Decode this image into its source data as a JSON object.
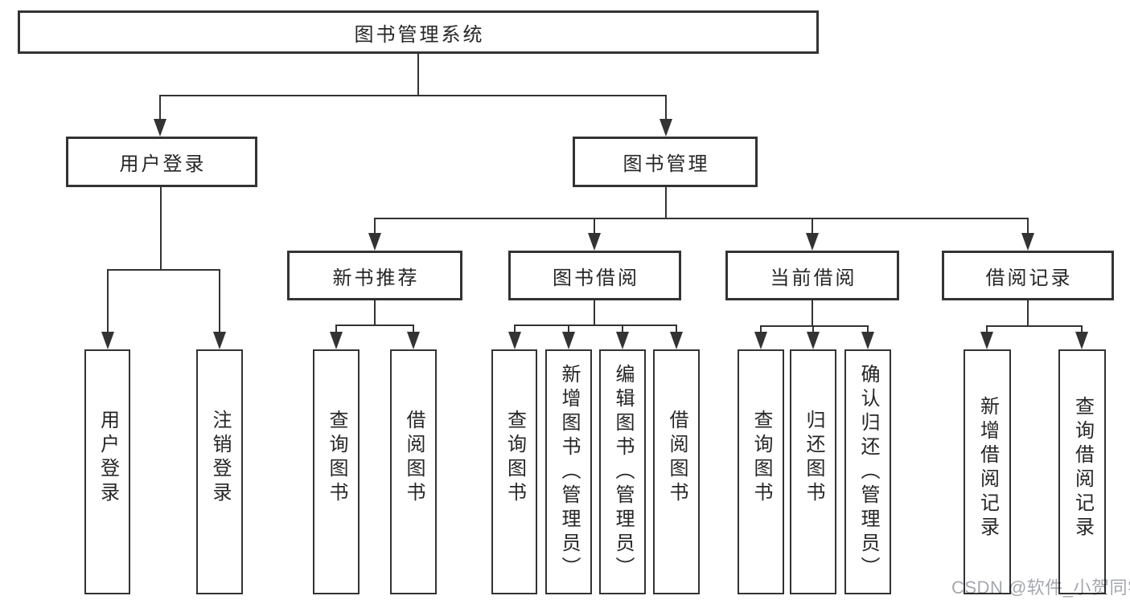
{
  "diagram": {
    "type": "hierarchy-tree",
    "root": {
      "label": "图书管理系统"
    },
    "level2": [
      {
        "label": "用户登录"
      },
      {
        "label": "图书管理"
      }
    ],
    "level3": [
      {
        "label": "新书推荐"
      },
      {
        "label": "图书借阅"
      },
      {
        "label": "当前借阅"
      },
      {
        "label": "借阅记录"
      }
    ],
    "leaves": {
      "user_login": [
        "用户登录",
        "注销登录"
      ],
      "new_book": [
        "查询图书",
        "借阅图书"
      ],
      "book_borrow": [
        "查询图书",
        "新增图书（管理员）",
        "编辑图书（管理员）",
        "借阅图书"
      ],
      "current_borrow": [
        "查询图书",
        "归还图书",
        "确认归还（管理员）"
      ],
      "borrow_record": [
        "新增借阅记录",
        "查询借阅记录"
      ]
    }
  },
  "watermark": {
    "text": "CSDN @软件_小贺同学",
    "color": "#a4a7ad"
  },
  "colors": {
    "line": "#333333",
    "text": "#262626",
    "background": "#ffffff"
  }
}
